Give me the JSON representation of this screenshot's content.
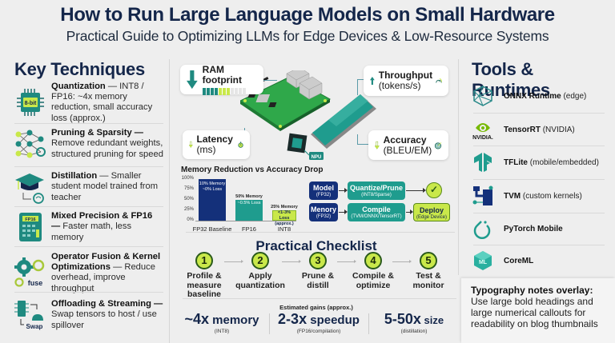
{
  "header": {
    "title": "How to Run Large Language Models on Small Hardware",
    "subtitle": "Practical Guide to Optimizing LLMs for Edge Devices & Low-Resource Systems"
  },
  "key_techniques": {
    "heading": "Key Techniques",
    "items": [
      {
        "icon": "chip-8bit-icon",
        "icon_text": "8-bit",
        "title": "Quantization",
        "desc": " — INT8 / FP16: ~4x memory reduction, small accuracy loss (approx.)"
      },
      {
        "icon": "neural-network-icon",
        "title": "Pruning & Sparsity —",
        "desc": " Remove redundant weights, structured pruning for speed"
      },
      {
        "icon": "graduation-cap-brain-icon",
        "title": "Distillation",
        "desc": " — Smaller student model trained from teacher"
      },
      {
        "icon": "fp16-calculator-icon",
        "icon_text": "FP16",
        "title": "Mixed Precision & FP16 —",
        "desc": " Faster math, less memory"
      },
      {
        "icon": "gears-fuse-icon",
        "icon_text": "fuse",
        "title": "Operator Fusion & Kernel Optimizations",
        "desc": " — Reduce overhead, improve throughput"
      },
      {
        "icon": "chip-cloud-swap-icon",
        "icon_text": "Swap",
        "title": "Offloading & Streaming —",
        "desc": " Swap tensors to host / use spillover"
      }
    ]
  },
  "metrics": {
    "ram": {
      "title": "RAM footprint"
    },
    "throughput": {
      "title": "Throughput",
      "sub": "(tokens/s)"
    },
    "latency": {
      "title": "Latency",
      "sub": "(ms)"
    },
    "accuracy": {
      "title": "Accuracy",
      "sub": "(BLEU/EM)"
    },
    "npu_label": "NPU"
  },
  "chart_data": {
    "type": "bar",
    "title": "Memory Reduction vs Accuracy Drop",
    "categories": [
      "FP32 Baseline",
      "FP16",
      "INT8"
    ],
    "values": [
      100,
      50,
      25
    ],
    "bar_labels": [
      [
        "10% Memory",
        "~0% Loss"
      ],
      [
        "50% Memory",
        "~0.5% Loss"
      ],
      [
        "25% Memory",
        "<1-3% Loss",
        "(approx.)"
      ]
    ],
    "yticks": [
      "100%",
      "75%",
      "50%",
      "25%",
      "0%"
    ],
    "ylim": [
      0,
      100
    ],
    "colors": [
      "#14307a",
      "#1f9c8e",
      "#c9e84a"
    ]
  },
  "pipeline": {
    "row1": [
      {
        "title": "Model",
        "sub": "(FP32)"
      },
      {
        "title": "Quantize/Prune",
        "sub": "(INT8/Sparse)"
      }
    ],
    "row2": [
      {
        "title": "Menory",
        "sub": "(FP32)"
      },
      {
        "title": "Compile",
        "sub": "(TVM/ONNX/TensorRT)"
      },
      {
        "title": "Deploy",
        "sub": "(Edge Device)"
      }
    ]
  },
  "checklist": {
    "heading": "Practical Checklist",
    "steps": [
      {
        "num": "1",
        "label": "Profile & measure baseline"
      },
      {
        "num": "2",
        "label": "Apply quantization"
      },
      {
        "num": "3",
        "label": "Prune & distill"
      },
      {
        "num": "4",
        "label": "Compile & optimize"
      },
      {
        "num": "5",
        "label": "Test & monitor"
      }
    ]
  },
  "gains": {
    "heading": "Estimated gains (approx.)",
    "items": [
      {
        "value": "~4x",
        "unit": " memory",
        "note": "(INT8)"
      },
      {
        "value": "2-3x",
        "unit": " speedup",
        "note": "(FP16/compilation)"
      },
      {
        "value": "5-50x",
        "unit": " size",
        "note": "(distillation)"
      }
    ]
  },
  "tools": {
    "heading": "Tools & Runtimes",
    "items": [
      {
        "icon": "onnx-icon",
        "name": "ONNX Runtime",
        "extra": " (edge)"
      },
      {
        "icon": "nvidia-icon",
        "icon_text": "NVIDIA.",
        "name": "TensorRT",
        "extra": " (NVIDIA)"
      },
      {
        "icon": "tflite-icon",
        "name": "TFLite",
        "extra": " (mobile/embedded)"
      },
      {
        "icon": "tvm-icon",
        "name": "TVM",
        "extra": " (custom kernels)"
      },
      {
        "icon": "pytorch-icon",
        "name": "PyTorch Mobile",
        "extra": ""
      },
      {
        "icon": "coreml-icon",
        "icon_text": "ML",
        "name": "CoreML",
        "extra": ""
      }
    ]
  },
  "note": {
    "title": "Typography notes overlay:",
    "body": "Use large bold headings and large numerical callouts for readability on blog thumbnails"
  }
}
